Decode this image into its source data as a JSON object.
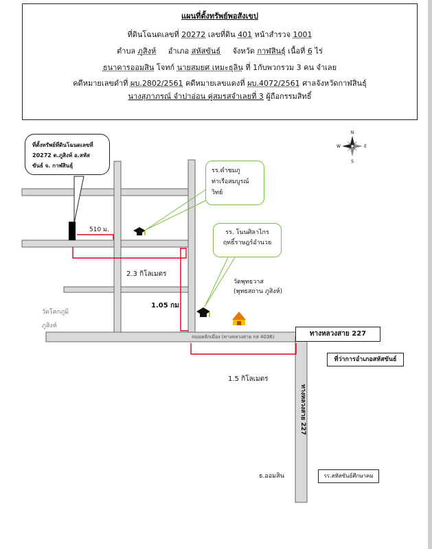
{
  "header": {
    "title": "แผนที่ตั้งทรัพย์พอสังเขป",
    "line1": {
      "deed_label": "ที่ดินโฉนดเลขที่",
      "deed_no": "20272",
      "land_label": "เลขที่ดิน",
      "land_no": "401",
      "survey_label": "หน้าสำรวจ",
      "survey_no": "1001"
    },
    "line2": {
      "tambon_label": "ตำบล",
      "tambon": "ภูสิงห์",
      "amphoe_label": "อำเภอ",
      "amphoe": "สหัสขันธ์",
      "province_label": "จังหวัด",
      "province": "กาฬสินธุ์",
      "area_label": "เนื้อที่",
      "area": "6",
      "area_unit": "ไร่"
    },
    "line3": {
      "plaintiff": "ธนาคารออมสิน",
      "plaintiff_label": "โจทก์",
      "defendant": "นายสมยศ เหมะธุลิน",
      "rest": "ที่ 1กับพวกรวม 3 คน จำเลย"
    },
    "line4": {
      "black_label": "คดีหมายเลขดำที่",
      "black_no": "ผบ.2802/2561",
      "red_label": "คดีหมายเลขแดงที่",
      "red_no": "ผบ.4072/2561",
      "court": "ศาลจังหวัดกาฬสินธุ์"
    },
    "line5": {
      "owner": "นางสุภาภรณ์ จำปาอ่อน คู่สมรสจำเลยที่ 3",
      "owner_label": "ผู้ถือกรรมสิทธิ์"
    }
  },
  "map": {
    "callout_property": "ที่ตั้งทรัพย์ที่ดินโฉนดเลขที่ 20272 ต.ภูสิงห์ อ.สหัส ขันธ์ จ. กาฬสินธุ์",
    "school1": "รร.คำชมภู ท่าเรือสมบูรณ์ วิทย์",
    "school2": "รร. โนนศิลาไกร ฤทธิ์ราษฎร์อำนวย",
    "temple_left_1": "วัดโคกภูมิ",
    "temple_left_2": "ภูสิงห์",
    "temple_right": "วัดพุทธวาส (พุทธสถาน ภูสิงห์)",
    "dist_510": "510 ม.",
    "dist_2_3": "2.3 กิโลเมตร",
    "dist_1_05": "1.05 กม",
    "dist_1_5": "1.5 กิโลเมตร",
    "road_main": "ถนนหลักเมือง (ทางหลวงสาย กส 4036)",
    "highway_box": "ทางหลวงสาย 227",
    "highway_vertical": "ทางหลวงสาย 227",
    "district_office": "ที่ว่าการอำเภอสหัสขันธ์",
    "bank": "ธ.ออมสิน",
    "school3": "รร.สหัสขันธ์ศึกษาคม",
    "compass": [
      "N",
      "E",
      "S",
      "W"
    ]
  },
  "colors": {
    "road_fill": "#d9d9d9",
    "road_stroke": "#666666",
    "route": "#e2001a",
    "pointer": "#7ac043",
    "property": "#000000"
  }
}
